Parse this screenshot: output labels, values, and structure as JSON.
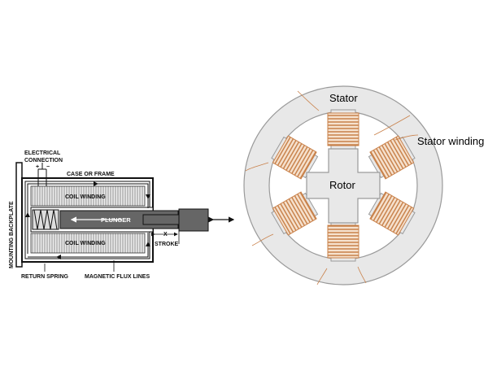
{
  "solenoid": {
    "electrical_connection_line1": "ELECTRICAL",
    "electrical_connection_line2": "CONNECTION",
    "plus": "+",
    "minus": "−",
    "case_or_frame": "CASE OR FRAME",
    "coil_winding_top": "COIL WINDING",
    "coil_winding_bottom": "COIL WINDING",
    "plunger": "PLUNGER",
    "x": "X",
    "stroke": "STROKE",
    "mounting_backplate": "MOUNTING BACKPLATE",
    "return_spring": "RETURN SPRING",
    "magnetic_flux_lines": "MAGNETIC FLUX LINES"
  },
  "motor": {
    "stator": "Stator",
    "stator_winding": "Stator winding",
    "rotor": "Rotor"
  },
  "colors": {
    "stator_fill": "#e8e8e8",
    "winding": "#c9814a",
    "winding_light": "#f3dcc6",
    "outline": "#9a9a9a"
  }
}
